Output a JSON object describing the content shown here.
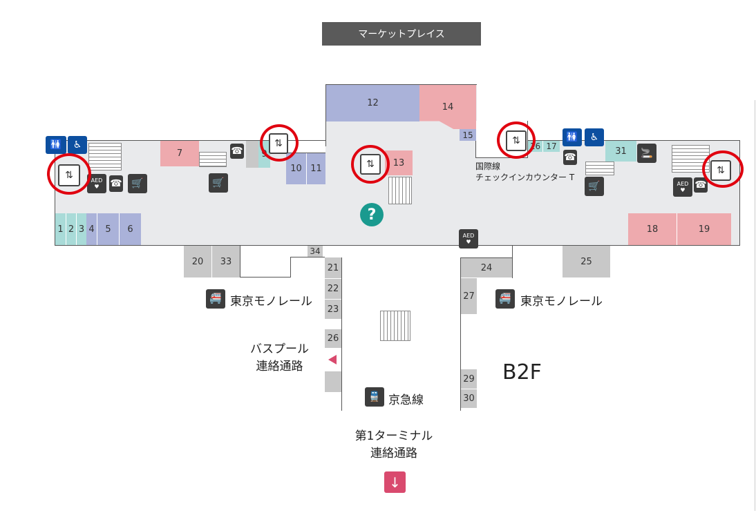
{
  "header": {
    "title": "マーケットプレイス"
  },
  "units": {
    "u1": "1",
    "u2": "2",
    "u3": "3",
    "u4": "4",
    "u5": "5",
    "u6": "6",
    "u7": "7",
    "u9": "9",
    "u10": "10",
    "u11": "11",
    "u12": "12",
    "u13": "13",
    "u14": "14",
    "u15": "15",
    "u16": "16",
    "u17": "17",
    "u18": "18",
    "u19": "19",
    "u20": "20",
    "u21": "21",
    "u22": "22",
    "u23": "23",
    "u24": "24",
    "u25": "25",
    "u26": "26",
    "u27": "27",
    "u29": "29",
    "u30": "30",
    "u31": "31",
    "u33": "33",
    "u34": "34"
  },
  "labels": {
    "intl_checkin_1": "国際線",
    "intl_checkin_2": "チェックインカウンター T",
    "monorail_left": "東京モノレール",
    "monorail_right": "東京モノレール",
    "bus_1": "バスプール",
    "bus_2": "連絡通路",
    "keikyu": "京急線",
    "t1_1": "第1ターミナル",
    "t1_2": "連絡通路",
    "floor": "B2F",
    "aed": "AED"
  },
  "colors": {
    "teal": "#a9dbd8",
    "blue": "#aab2d9",
    "pink": "#eeaaae",
    "gray": "#c8c8c8",
    "highlight": "#e0000f"
  }
}
